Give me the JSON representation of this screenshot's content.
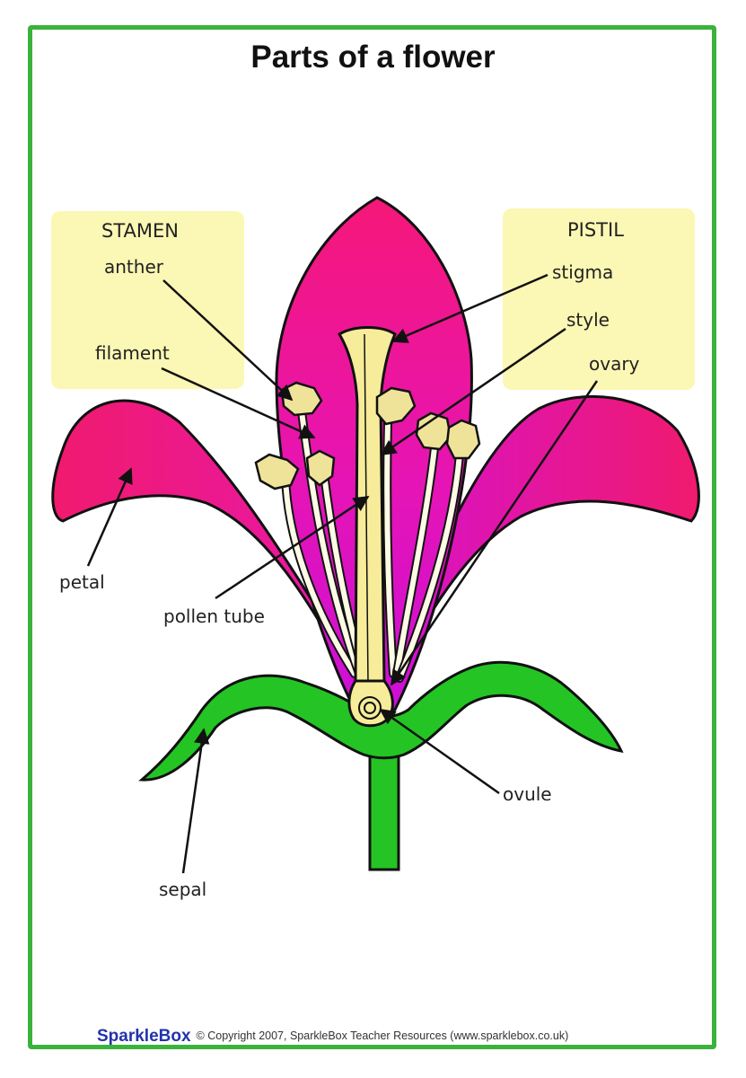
{
  "title": "Parts of a flower",
  "groups": {
    "stamen": "STAMEN",
    "pistil": "PISTIL"
  },
  "labels": {
    "anther": "anther",
    "filament": "filament",
    "petal": "petal",
    "pollen_tube": "pollen tube",
    "stigma": "stigma",
    "style": "style",
    "ovary": "ovary",
    "ovule": "ovule",
    "sepal": "sepal"
  },
  "footer": {
    "brand": "SparkleBox",
    "copyright": "© Copyright 2007, SparkleBox Teacher Resources (www.sparklebox.co.uk)"
  },
  "colors": {
    "border": "#3bb33b",
    "panel": "#fbf7b4",
    "petal": "#f0197a",
    "petal_center": "#d80fd0",
    "sepal": "#24c424",
    "pistil": "#f6ec9a",
    "brand": "#2233aa"
  }
}
